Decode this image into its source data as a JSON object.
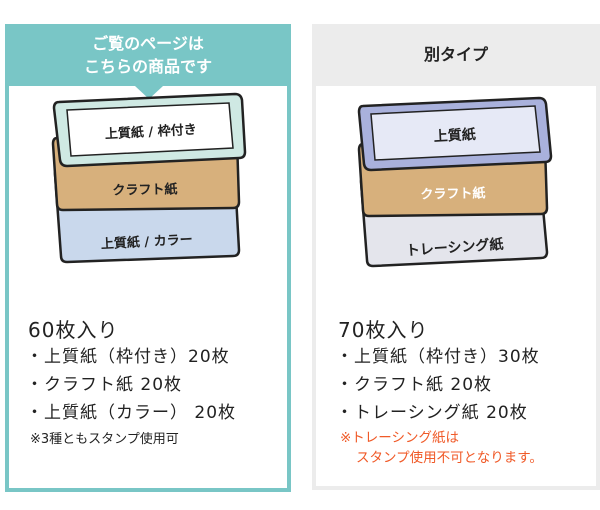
{
  "left": {
    "header_line1": "ご覧のページは",
    "header_line2": "こちらの商品です",
    "sheets": [
      "上質紙 / 枠付き",
      "クラフト紙",
      "上質紙 / カラー"
    ],
    "title": "60枚入り",
    "items": [
      "・上質紙（枠付き）20枚",
      "・クラフト紙 20枚",
      "・上質紙（カラー） 20枚"
    ],
    "note": "※3種ともスタンプ使用可"
  },
  "right": {
    "header": "別タイプ",
    "sheets": [
      "上質紙",
      "クラフト紙",
      "トレーシング紙"
    ],
    "title": "70枚入り",
    "items": [
      "・上質紙（枠付き）30枚",
      "・クラフト紙 20枚",
      "・トレーシング紙 20枚"
    ],
    "warning_line1": "※トレーシング紙は",
    "warning_line2": "スタンプ使用不可となります。"
  },
  "colors": {
    "accent": "#79c6c6",
    "kraft": "#d7b07c",
    "color_paper": "#c9d8ec",
    "frame_paper_left": "#cfe9e3",
    "frame_paper_right": "#a9b1dc",
    "tracing": "#e4e5ec",
    "warning": "#f05a28"
  }
}
